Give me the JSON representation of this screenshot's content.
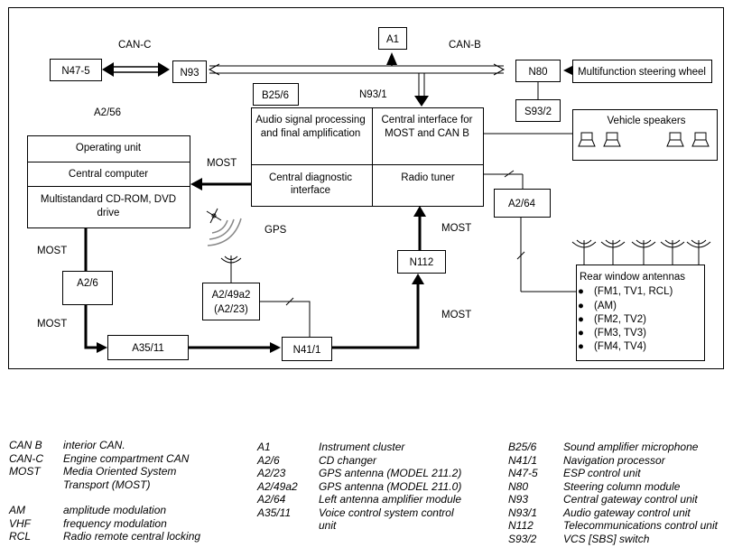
{
  "diagram": {
    "labels": {
      "can_c": "CAN-C",
      "can_b": "CAN-B",
      "a1": "A1",
      "n47": "N47-5",
      "n93": "N93",
      "n80": "N80",
      "msw": "Multifunction steering wheel",
      "b25": "B25/6",
      "n931": "N93/1",
      "s932": "S93/2",
      "a256": "A2/56",
      "audio1": "Audio signal processing",
      "audio2": "and final amplification",
      "central1": "Central interface for",
      "central2": "MOST and CAN B",
      "diag1": "Central diagnostic",
      "diag2": "interface",
      "tuner": "Radio tuner",
      "speakers": "Vehicle speakers",
      "op_unit": "Operating unit",
      "cpu": "Central computer",
      "cd1": "Multistandard CD-ROM, DVD",
      "cd2": "drive",
      "most_left": "MOST",
      "gps": "GPS",
      "a264": "A2/64",
      "most1": "MOST",
      "most2": "MOST",
      "most3": "MOST",
      "most4": "MOST",
      "a26": "A2/6",
      "a249a": "A2/49a2",
      "a249b": "(A2/23)",
      "n112": "N112",
      "a3511": "A35/11",
      "n411": "N41/1",
      "rw_title": "Rear window antennas",
      "rw1": "(FM1, TV1, RCL)",
      "rw2": "(AM)",
      "rw3": "(FM2, TV2)",
      "rw4": "(FM3, TV3)",
      "rw5": "(FM4, TV4)",
      "bullet": "●"
    }
  },
  "legend": {
    "col1a": [
      {
        "code": "CAN B",
        "desc": "interior CAN."
      },
      {
        "code": "CAN-C",
        "desc": "Engine compartment CAN"
      },
      {
        "code": "MOST",
        "desc": "Media Oriented System Transport (MOST)"
      }
    ],
    "col1b": [
      {
        "code": "AM",
        "desc": "amplitude modulation"
      },
      {
        "code": "VHF",
        "desc": "frequency modulation"
      },
      {
        "code": "RCL",
        "desc": "Radio remote central locking"
      }
    ],
    "col2": [
      {
        "code": "A1",
        "desc": "Instrument cluster"
      },
      {
        "code": "A2/6",
        "desc": "CD changer"
      },
      {
        "code": "A2/23",
        "desc": "GPS antenna (MODEL 211.2)"
      },
      {
        "code": "A2/49a2",
        "desc": "GPS antenna (MODEL 211.0)"
      },
      {
        "code": "A2/64",
        "desc": "Left antenna amplifier module"
      },
      {
        "code": "A35/11",
        "desc": "Voice control system control unit"
      }
    ],
    "col3": [
      {
        "code": "B25/6",
        "desc": "Sound amplifier microphone"
      },
      {
        "code": "N41/1",
        "desc": "Navigation processor"
      },
      {
        "code": "N47-5",
        "desc": "ESP control unit"
      },
      {
        "code": "N80",
        "desc": "Steering column module"
      },
      {
        "code": "N93",
        "desc": "Central gateway control unit"
      },
      {
        "code": "N93/1",
        "desc": "Audio gateway control unit"
      },
      {
        "code": "N112",
        "desc": "Telecommunications control unit"
      },
      {
        "code": "S93/2",
        "desc": "VCS [SBS] switch"
      }
    ]
  }
}
